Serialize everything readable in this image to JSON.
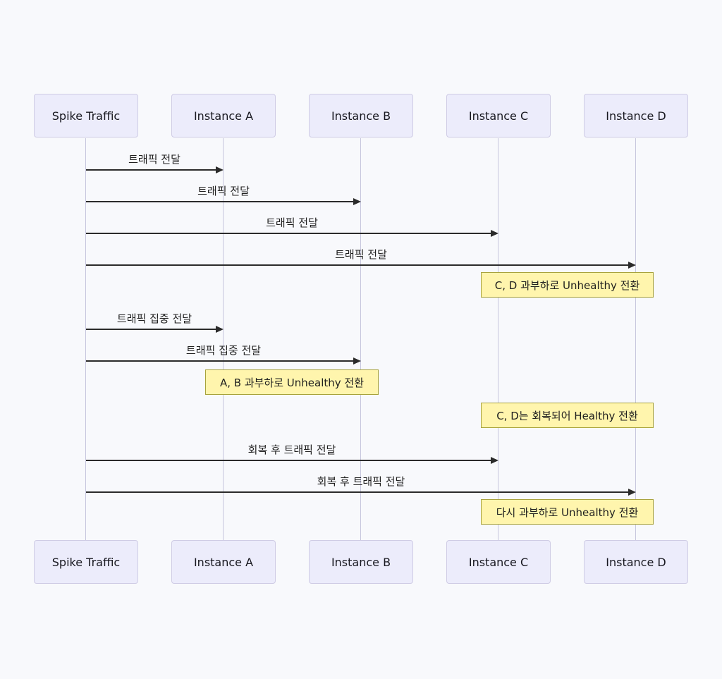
{
  "diagram": {
    "type": "sequence",
    "actors": [
      {
        "label": "Spike Traffic"
      },
      {
        "label": "Instance A"
      },
      {
        "label": "Instance B"
      },
      {
        "label": "Instance C"
      },
      {
        "label": "Instance D"
      }
    ],
    "messages": [
      {
        "label": "트래픽 전달",
        "from": "Spike Traffic",
        "to": "Instance A"
      },
      {
        "label": "트래픽 전달",
        "from": "Spike Traffic",
        "to": "Instance B"
      },
      {
        "label": "트래픽 전달",
        "from": "Spike Traffic",
        "to": "Instance C"
      },
      {
        "label": "트래픽 전달",
        "from": "Spike Traffic",
        "to": "Instance D"
      },
      {
        "label": "트래픽 집중 전달",
        "from": "Spike Traffic",
        "to": "Instance A"
      },
      {
        "label": "트래픽 집중 전달",
        "from": "Spike Traffic",
        "to": "Instance B"
      },
      {
        "label": "회복 후 트래픽 전달",
        "from": "Spike Traffic",
        "to": "Instance C"
      },
      {
        "label": "회복 후 트래픽 전달",
        "from": "Spike Traffic",
        "to": "Instance D"
      }
    ],
    "notes": [
      {
        "label": "C, D 과부하로 Unhealthy 전환",
        "over": "Instance C, Instance D"
      },
      {
        "label": "A, B 과부하로 Unhealthy 전환",
        "over": "Instance A, Instance B"
      },
      {
        "label": "C, D는 회복되어 Healthy 전환",
        "over": "Instance C, Instance D"
      },
      {
        "label": "다시 과부하로 Unhealthy 전환",
        "over": "Instance C, Instance D"
      }
    ],
    "colors": {
      "background": "#f8f9fc",
      "actor_fill": "#ececfb",
      "actor_border": "#cfcce5",
      "lifeline": "#c6c6dd",
      "arrow": "#2b2b2b",
      "note_fill": "#fff5ad",
      "note_border": "#a8a23c"
    }
  }
}
